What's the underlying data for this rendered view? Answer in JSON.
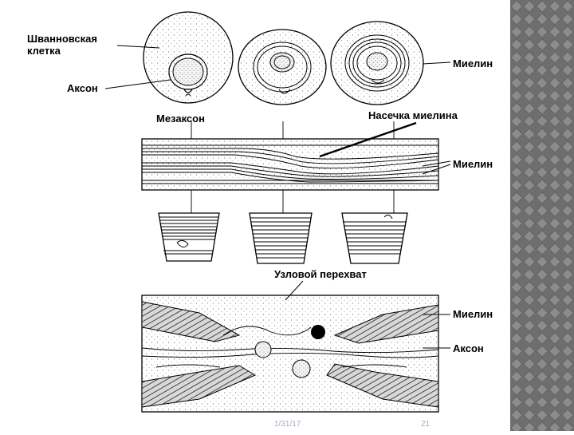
{
  "labels": {
    "schwann_cell": "Шванновская\nклетка",
    "axon_top": "Аксон",
    "myelin_top": "Миелин",
    "mesaxon": "Мезаксон",
    "myelin_notch": "Насечка миелина",
    "myelin_mid": "Миелин",
    "node": "Узловой перехват",
    "myelin_bottom": "Миелин",
    "axon_bottom": "Аксон"
  },
  "footer": {
    "date": "1/31/17",
    "page": "21"
  },
  "colors": {
    "ink": "#000000",
    "stipple": "#8a8a8a",
    "side_panel": "#6e6e6e"
  }
}
